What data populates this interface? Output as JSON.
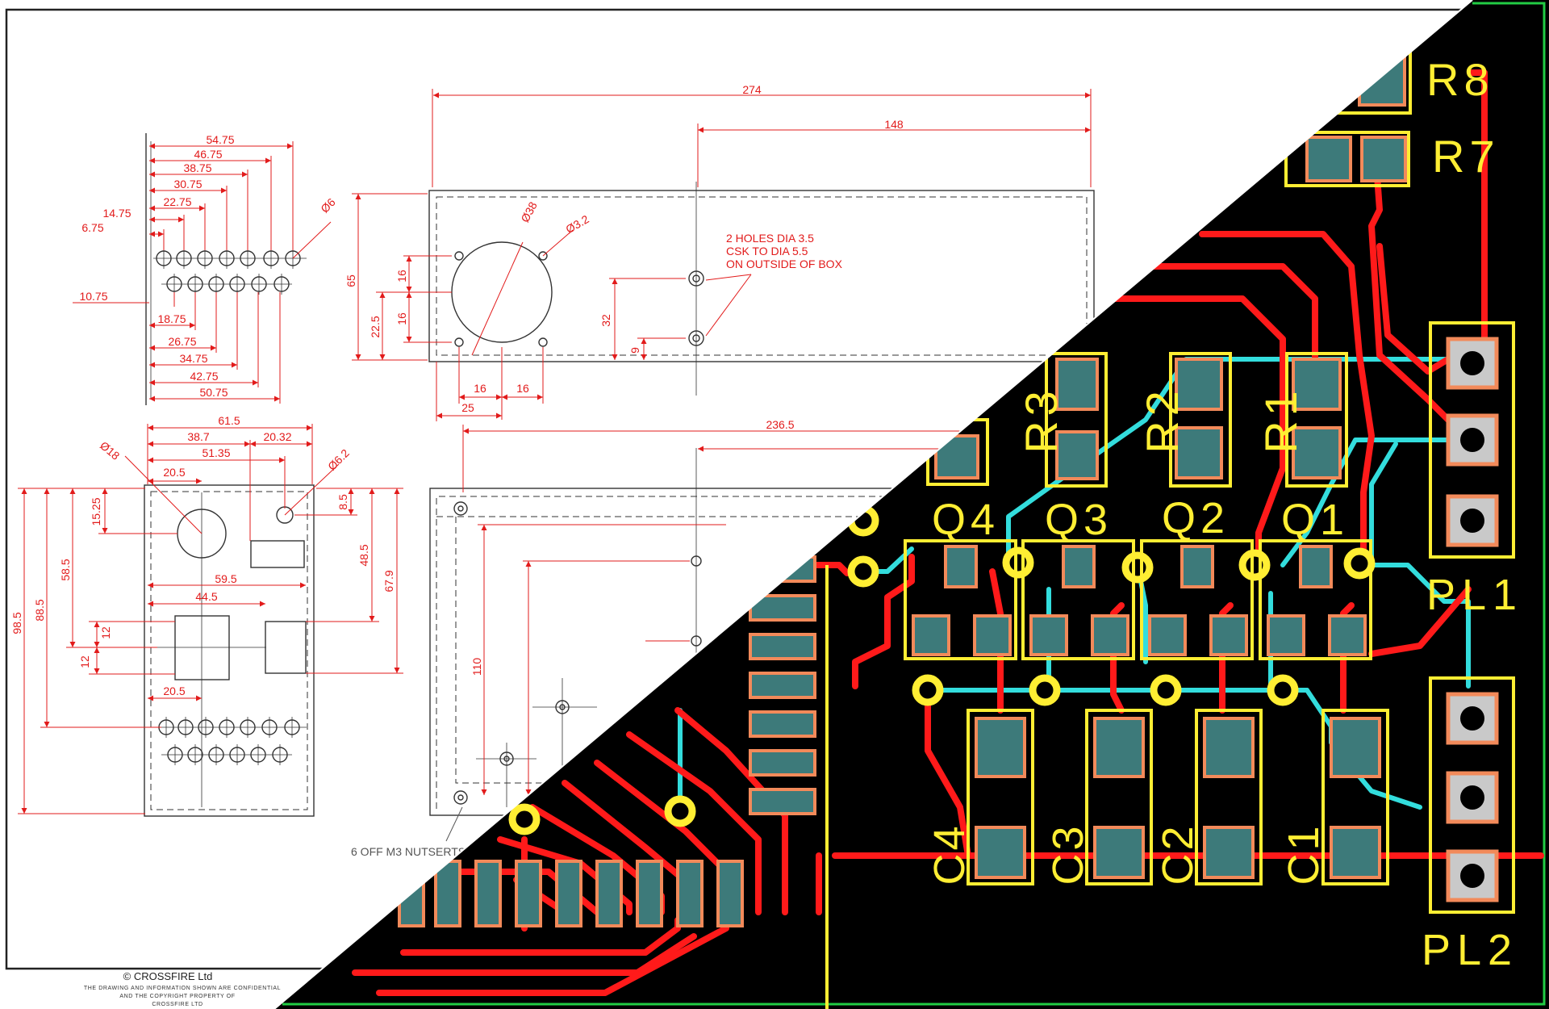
{
  "dimensions": {
    "d274": "274",
    "d148": "148",
    "d65": "65",
    "d22_5": "22.5",
    "d16a": "16",
    "d16b": "16",
    "d16c": "16",
    "d16d": "16",
    "d25": "25",
    "d32": "32",
    "d9": "9",
    "dia38": "Ø38",
    "dia3_2": "Ø3.2",
    "d54_75": "54.75",
    "d46_75": "46.75",
    "d38_75": "38.75",
    "d30_75": "30.75",
    "d22_75": "22.75",
    "d14_75": "14.75",
    "d6_75": "6.75",
    "dia6": "Ø6",
    "d10_75": "10.75",
    "d18_75": "18.75",
    "d26_75": "26.75",
    "d34_75": "34.75",
    "d42_75": "42.75",
    "d50_75": "50.75",
    "d61_5": "61.5",
    "d38_7": "38.7",
    "d20_32": "20.32",
    "d51_35": "51.35",
    "d20_5a": "20.5",
    "dia18": "Ø18",
    "dia6_2": "Ø6.2",
    "d8_5": "8.5",
    "d15_25": "15.25",
    "d48_5": "48.5",
    "d67_9": "67.9",
    "d59_5": "59.5",
    "d44_5": "44.5",
    "d58_5": "58.5",
    "d88_5": "88.5",
    "d98_5": "98.5",
    "d12a": "12",
    "d12b": "12",
    "d20_5b": "20.5",
    "d236_5": "236.5",
    "d110": "110"
  },
  "notes": {
    "holes_line1": "2 HOLES DIA 3.5",
    "holes_line2": "CSK TO DIA 5.5",
    "holes_line3": "ON OUTSIDE OF BOX",
    "nutserts": "6 OFF M3 NUTSERTS"
  },
  "title_block": {
    "company": "©  CROSSFIRE Ltd",
    "line1": "THE DRAWING AND INFORMATION SHOWN ARE CONFIDENTIAL",
    "line2": "AND THE COPYRIGHT PROPERTY OF",
    "line3": "CROSSFIRE LTD"
  },
  "pcb_labels": {
    "r8": "R8",
    "r7": "R7",
    "r3": "R3",
    "r2": "R2",
    "r1": "R1",
    "q4": "Q4",
    "q3": "Q3",
    "q2": "Q2",
    "q1": "Q1",
    "pl1": "PL1",
    "pl2": "PL2",
    "c4": "C4",
    "c3": "C3",
    "c2": "C2",
    "c1": "C1"
  },
  "colors": {
    "drawing_paper": "#ffffff",
    "dimension_red": "#e21b1b",
    "outline": "#333333",
    "pcb_board": "#000000",
    "copper_top": "#ff1a1a",
    "copper_bottom": "#33dddd",
    "silkscreen": "#ffee33",
    "pad_fill": "#3d7a7a",
    "pad_outline": "#f28a5a",
    "board_edge": "#22cc44"
  }
}
